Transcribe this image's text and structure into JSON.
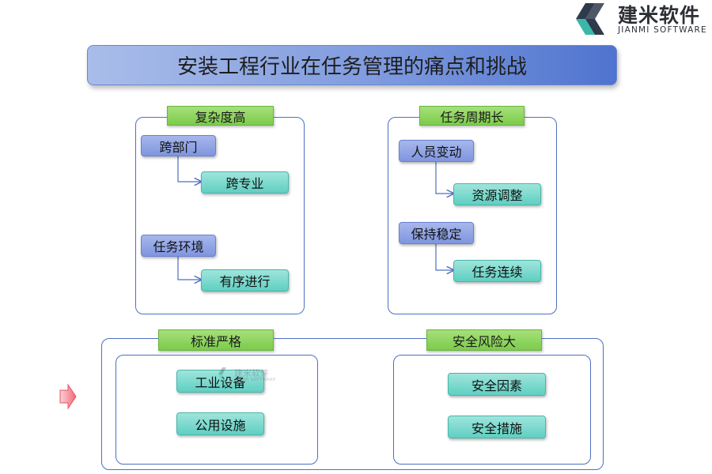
{
  "logo": {
    "name_cn": "建米软件",
    "name_en": "JIANMI SOFTWARE"
  },
  "title": "安装工程行业在任务管理的痛点和挑战",
  "groups": {
    "complexity": {
      "header": "复杂度高",
      "items": [
        {
          "parent": "跨部门",
          "child": "跨专业"
        },
        {
          "parent": "任务环境",
          "child": "有序进行"
        }
      ]
    },
    "cycle": {
      "header": "任务周期长",
      "items": [
        {
          "parent": "人员变动",
          "child": "资源调整"
        },
        {
          "parent": "保持稳定",
          "child": "任务连续"
        }
      ]
    },
    "standard": {
      "header": "标准严格",
      "items": [
        "工业设备",
        "公用设施"
      ]
    },
    "safety": {
      "header": "安全风险大",
      "items": [
        "安全因素",
        "安全措施"
      ]
    }
  },
  "watermark": {
    "name_cn": "建米软件",
    "name_en": "JIANMI SOFTWARE"
  },
  "colors": {
    "title_bar": "#7f9bdf",
    "frame_border": "#4f6fc2",
    "tag_green": "#7ccb4b",
    "box_blue": "#7f95df",
    "box_teal": "#5fcfc2",
    "arrow_red": "#f06a78"
  },
  "icons": {
    "logo": "jianmi-logo-icon",
    "side_arrow": "arrow-right-icon"
  }
}
